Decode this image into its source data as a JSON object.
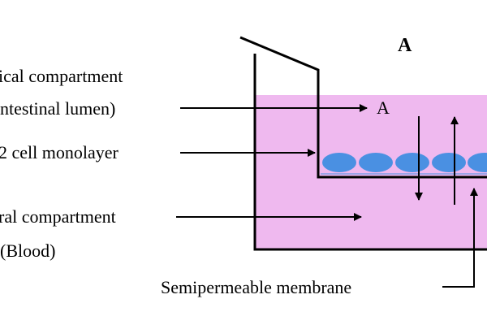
{
  "figure": {
    "panel_letter": "A",
    "apical_label_line1": "ical compartment",
    "apical_label_line2": "ntestinal lumen)",
    "monolayer_label": "2 cell monolayer",
    "basolateral_label_line1": "ral compartment",
    "basolateral_label_line2": "(Blood)",
    "membrane_label": "Semipermeable membrane",
    "apical_marker": "A"
  },
  "colors": {
    "compartment_fill": "#efb9ef",
    "cell_fill": "#4a90e2",
    "outline": "#000000"
  }
}
